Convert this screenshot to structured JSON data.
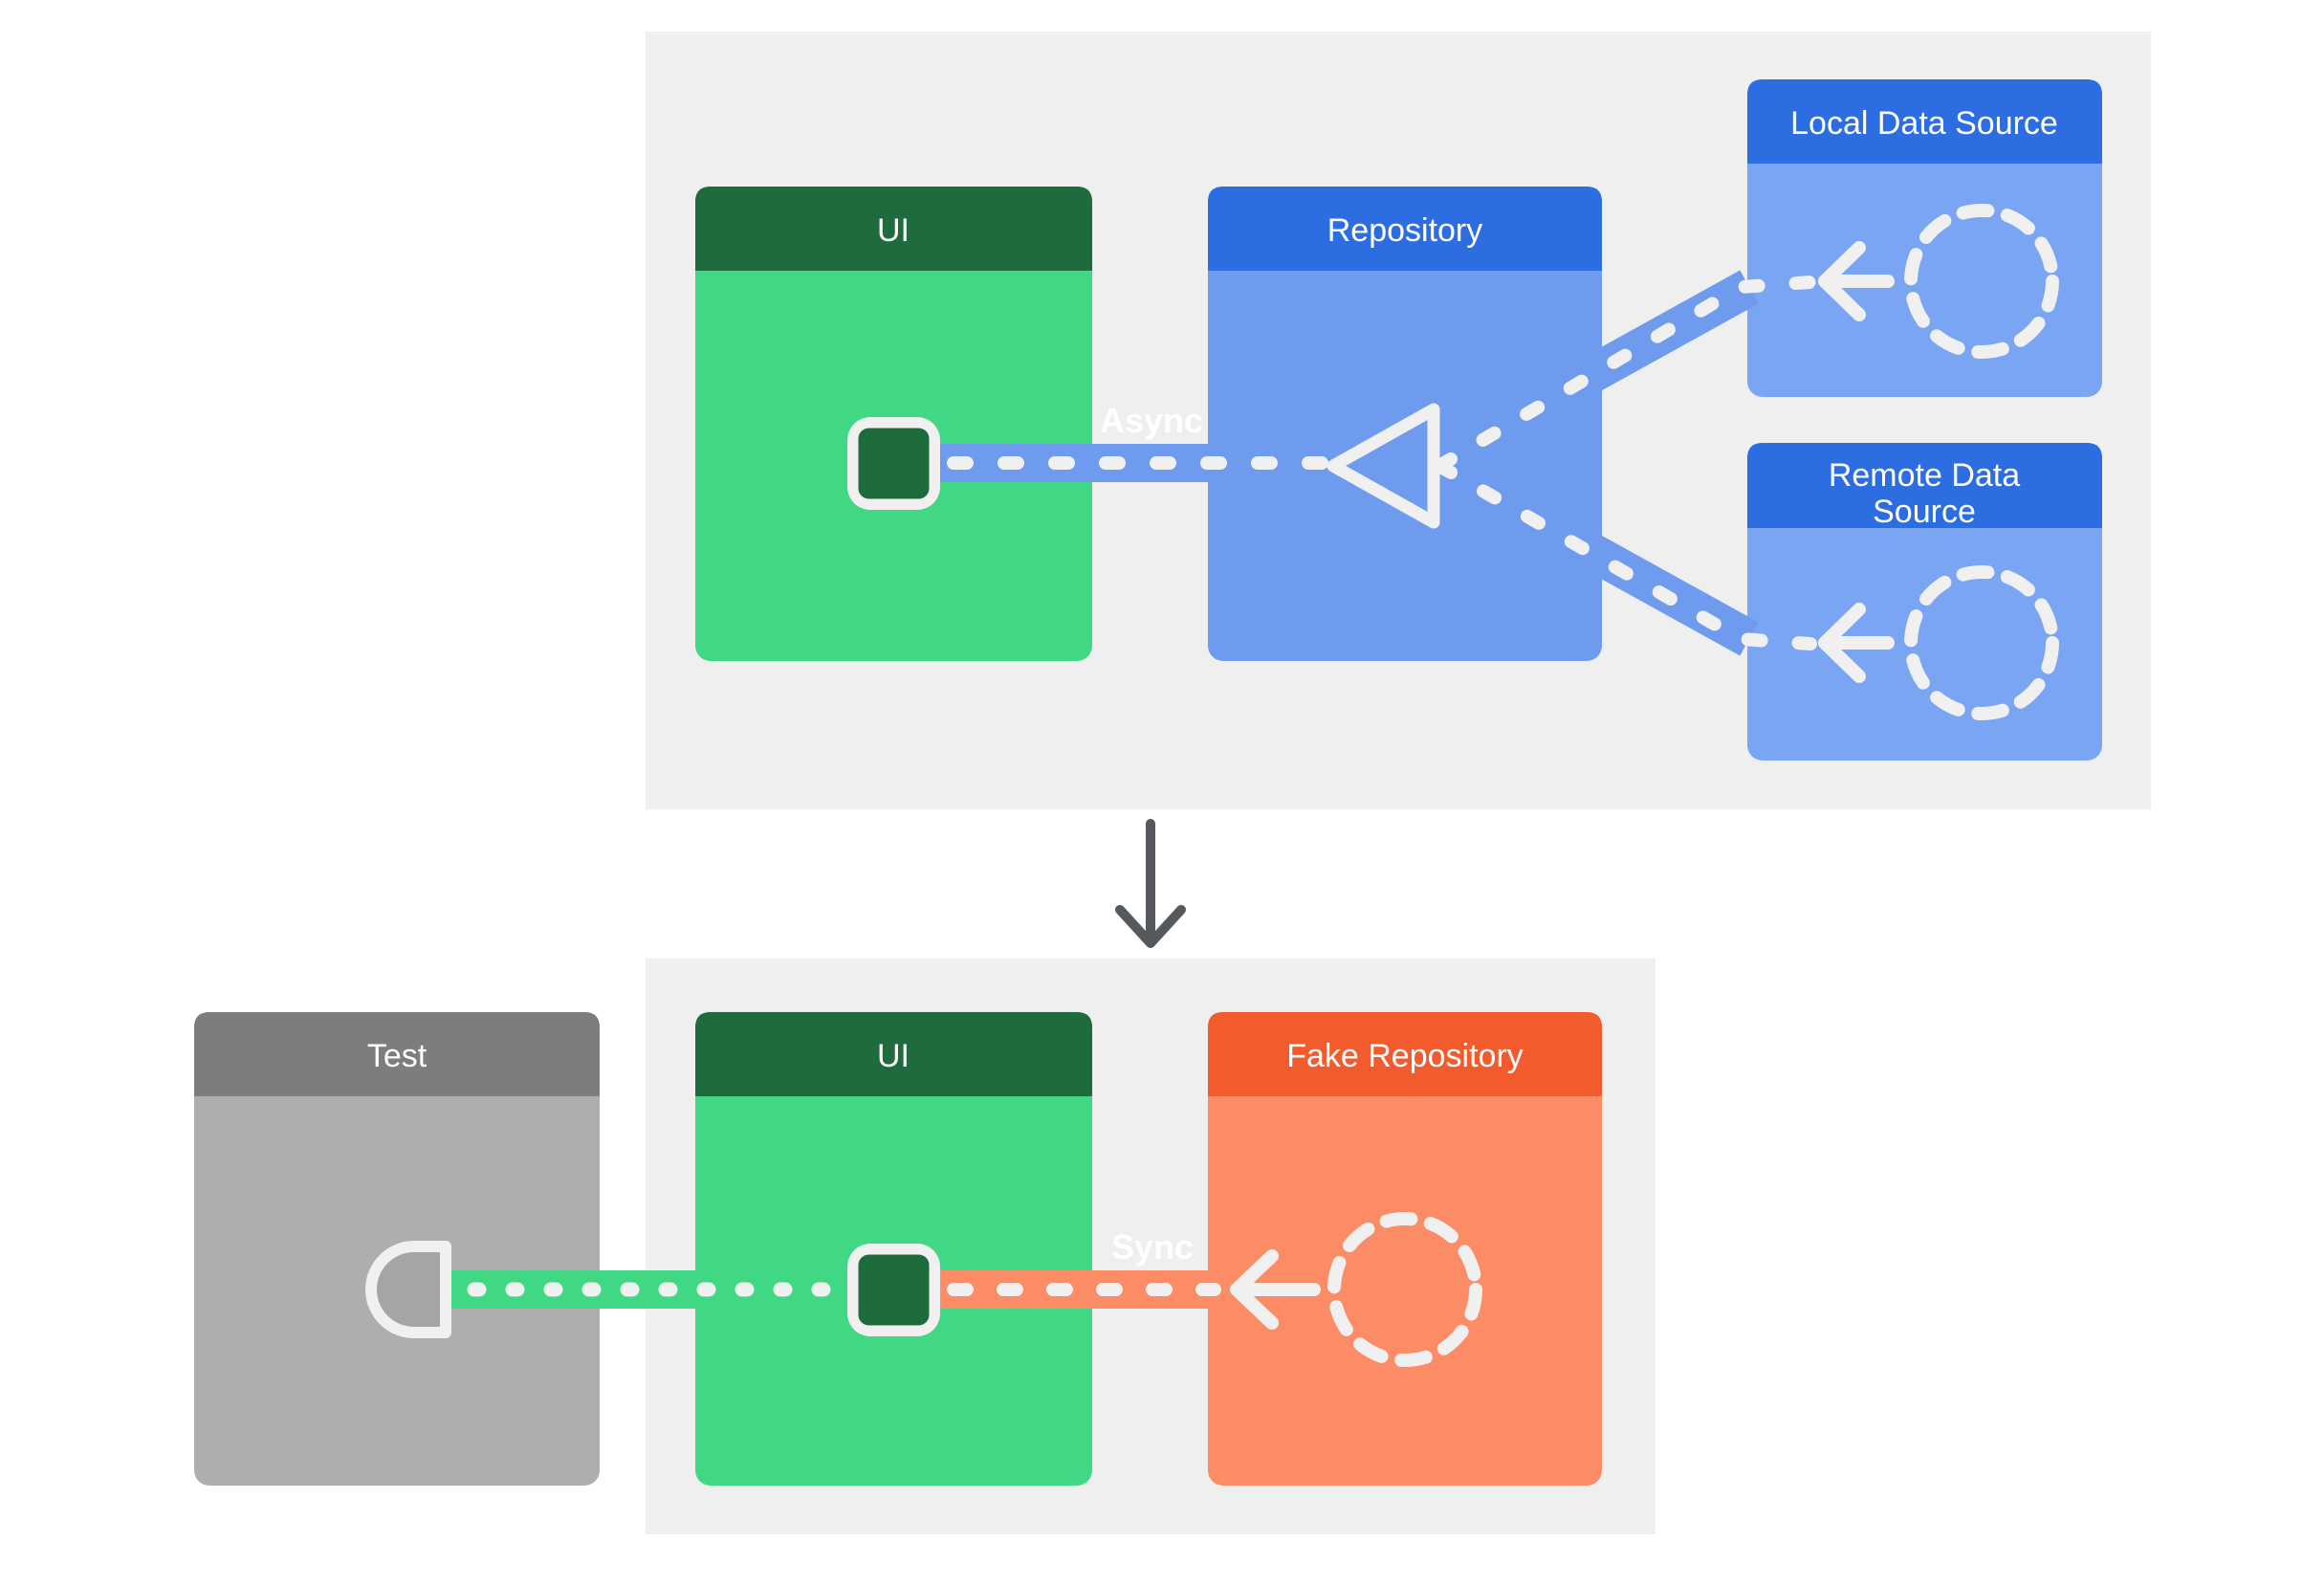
{
  "production_flow": {
    "ui_box": {
      "title": "UI"
    },
    "repository": {
      "title": "Repository"
    },
    "local_data_source": {
      "title": "Local Data Source"
    },
    "remote_data_source": {
      "title_line1": "Remote Data",
      "title_line2": "Source"
    },
    "async_label": "Async"
  },
  "test_flow": {
    "test_box": {
      "title": "Test"
    },
    "ui_box": {
      "title": "UI"
    },
    "fake_repository": {
      "title": "Fake Repository"
    },
    "sync_label": "Sync"
  },
  "colors": {
    "panel_background": "#efefef",
    "blue_header": "#2c6de1",
    "blue_body": "#6f9bef",
    "blue_light_body": "#7aa5f2",
    "green_header": "#1e6b3d",
    "green_body": "#40d884",
    "gray_header": "#7d7d7d",
    "gray_body": "#aeaeae",
    "orange_header": "#f25b2d",
    "salmon_body": "#fb8c66",
    "white_shapes": "#f0f0f0",
    "async_label_text": "#2d5fd3",
    "sync_label_text": "#f4511e",
    "down_arrow": "#55585c"
  }
}
